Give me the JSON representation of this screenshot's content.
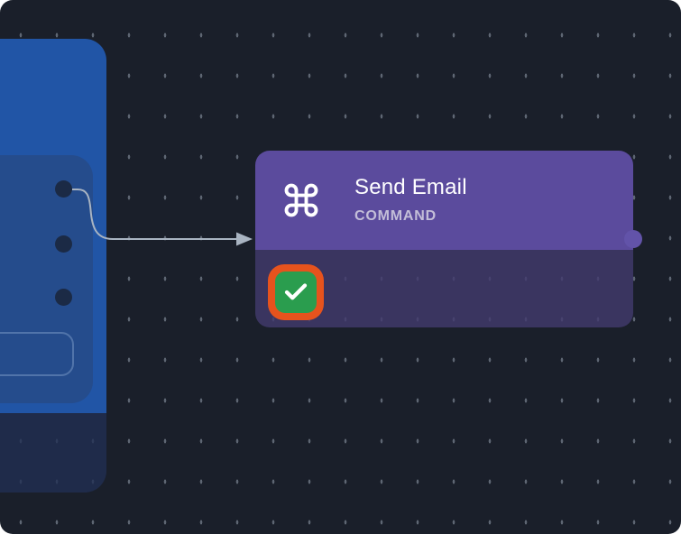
{
  "canvas": {
    "background_color": "#1A1F2A",
    "grid_dot_color": "#5E6673"
  },
  "source_node": {
    "base_color": "#2155A6",
    "panel_color": "#254C8C",
    "footer_color": "rgba(33, 47, 83, 0.78)",
    "port_color": "#1B2A45",
    "port_count": 3
  },
  "connector": {
    "color": "#A9B4C2",
    "style": "curved-arrow"
  },
  "email_node": {
    "title": "Send Email",
    "type_label": "COMMAND",
    "icon": "command-icon",
    "header_color": "#5B4B9D",
    "body_color": "rgba(66, 58, 108, 0.82)",
    "icon_color": "#FFFFFF",
    "title_color": "#FFFFFF",
    "type_label_color": "#C3BED8",
    "port_color": "#6253A9",
    "status_badge": {
      "icon": "check-icon",
      "background_color": "#2A9D4E",
      "ring_color": "#E6531D",
      "check_color": "#FFFFFF"
    }
  }
}
